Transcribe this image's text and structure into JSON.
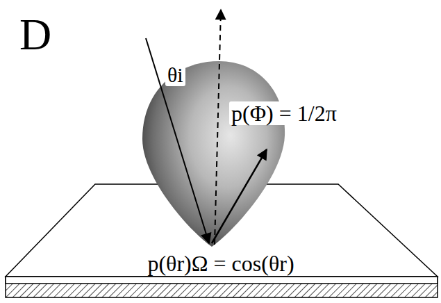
{
  "diagram": {
    "labels": [
      "D",
      "θi",
      "p(Φ) = 1/2π",
      "p(θr)Ω = cos(θr)"
    ]
  }
}
